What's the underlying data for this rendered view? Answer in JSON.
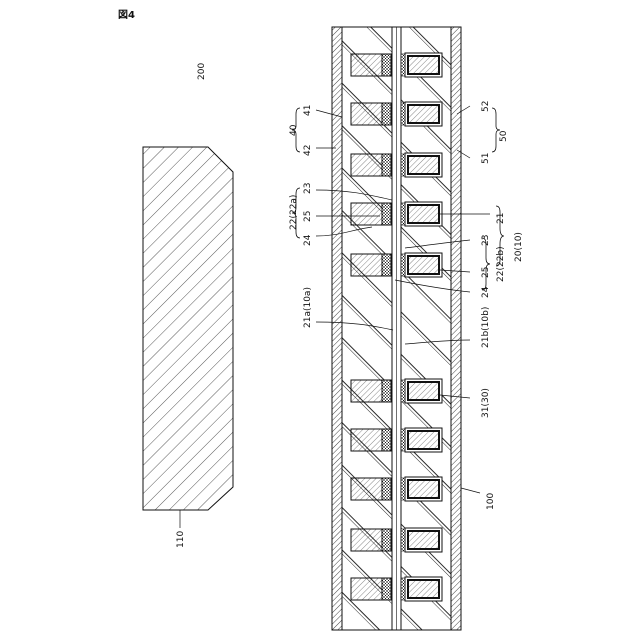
{
  "figure": {
    "title": "図4"
  },
  "labels": {
    "ref_200": "200",
    "ref_110": "110",
    "ref_100": "100",
    "ref_40": "40",
    "ref_41": "41",
    "ref_42": "42",
    "ref_50": "50",
    "ref_51": "51",
    "ref_52": "52",
    "ref_22a_group": "22(22a)",
    "ref_23_left": "23",
    "ref_25_left": "25",
    "ref_24_left": "24",
    "ref_21": "21",
    "ref_20_10": "20(10)",
    "ref_23_right": "23",
    "ref_25_right": "25",
    "ref_24_right": "24",
    "ref_22b_group": "22(22b)",
    "ref_21a": "21a(10a)",
    "ref_21b": "21b(10b)",
    "ref_31": "31(30)"
  },
  "colors": {
    "ink": "#111111",
    "paper": "#ffffff"
  }
}
